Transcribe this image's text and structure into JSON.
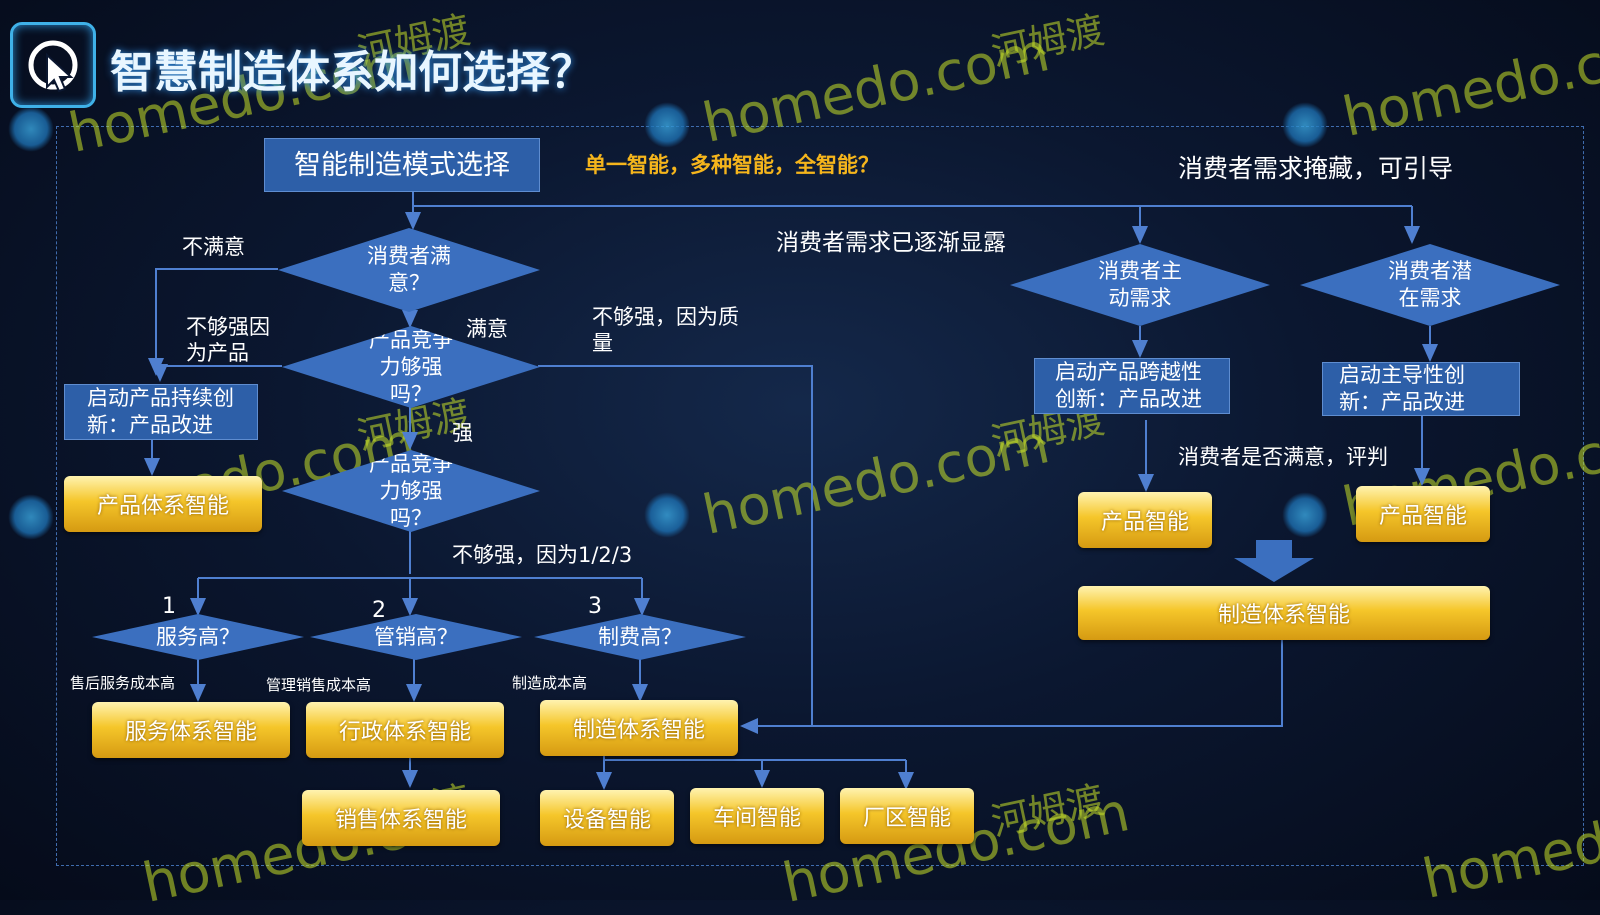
{
  "title": "智慧制造体系如何选择？",
  "colors": {
    "accent": "#f5b51c",
    "blue_box": "#2d5fa8",
    "diamond": "#3b6fbf",
    "line": "#4f7fd0",
    "gold": "#f5c62a"
  },
  "header": {
    "mode_select": "智能制造模式选择",
    "question": "单一智能，多种智能，全智能？"
  },
  "left": {
    "d_satisfied": "消费者满意？",
    "lbl_unsatisfied": "不满意",
    "lbl_satisfied": "满意",
    "lbl_not_strong_product": "不够强因为产品",
    "d_competitive1": "产品竞争力够强吗？",
    "lbl_not_strong_quality": "不够强，因为质量",
    "box_continuous": "启动产品持续创新：产品改进",
    "box_product_system": "产品体系智能",
    "lbl_strong": "强",
    "d_competitive2": "产品竞争力够强吗？",
    "lbl_not_strong_123": "不够强，因为1/2/3",
    "n1": "1",
    "n2": "2",
    "n3": "3",
    "d_service": "服务高？",
    "d_admin": "管销高？",
    "d_mfg": "制费高？",
    "note_service": "售后服务成本高",
    "note_admin": "管理销售成本高",
    "note_mfg": "制造成本高",
    "box_service": "服务体系智能",
    "box_admin": "行政体系智能",
    "box_mfg": "制造体系智能",
    "box_sales": "销售体系智能",
    "box_equipment": "设备智能",
    "box_workshop": "车间智能",
    "box_plant": "厂区智能"
  },
  "right": {
    "lbl_hidden": "消费者需求掩藏，可引导",
    "lbl_revealed": "消费者需求已逐渐显露",
    "d_active": "消费者主动需求",
    "d_latent": "消费者潜在需求",
    "box_leap": "启动产品跨越性创新：产品改进",
    "box_lead": "启动主导性创新：产品改进",
    "lbl_judge": "消费者是否满意，评判",
    "box_prod_smart1": "产品智能",
    "box_prod_smart2": "产品智能",
    "box_mfg_system": "制造体系智能"
  },
  "watermark": {
    "text": "homedo.com",
    "cn": "河姆渡"
  },
  "icons": {
    "logo": "compass-cursor-icon"
  }
}
